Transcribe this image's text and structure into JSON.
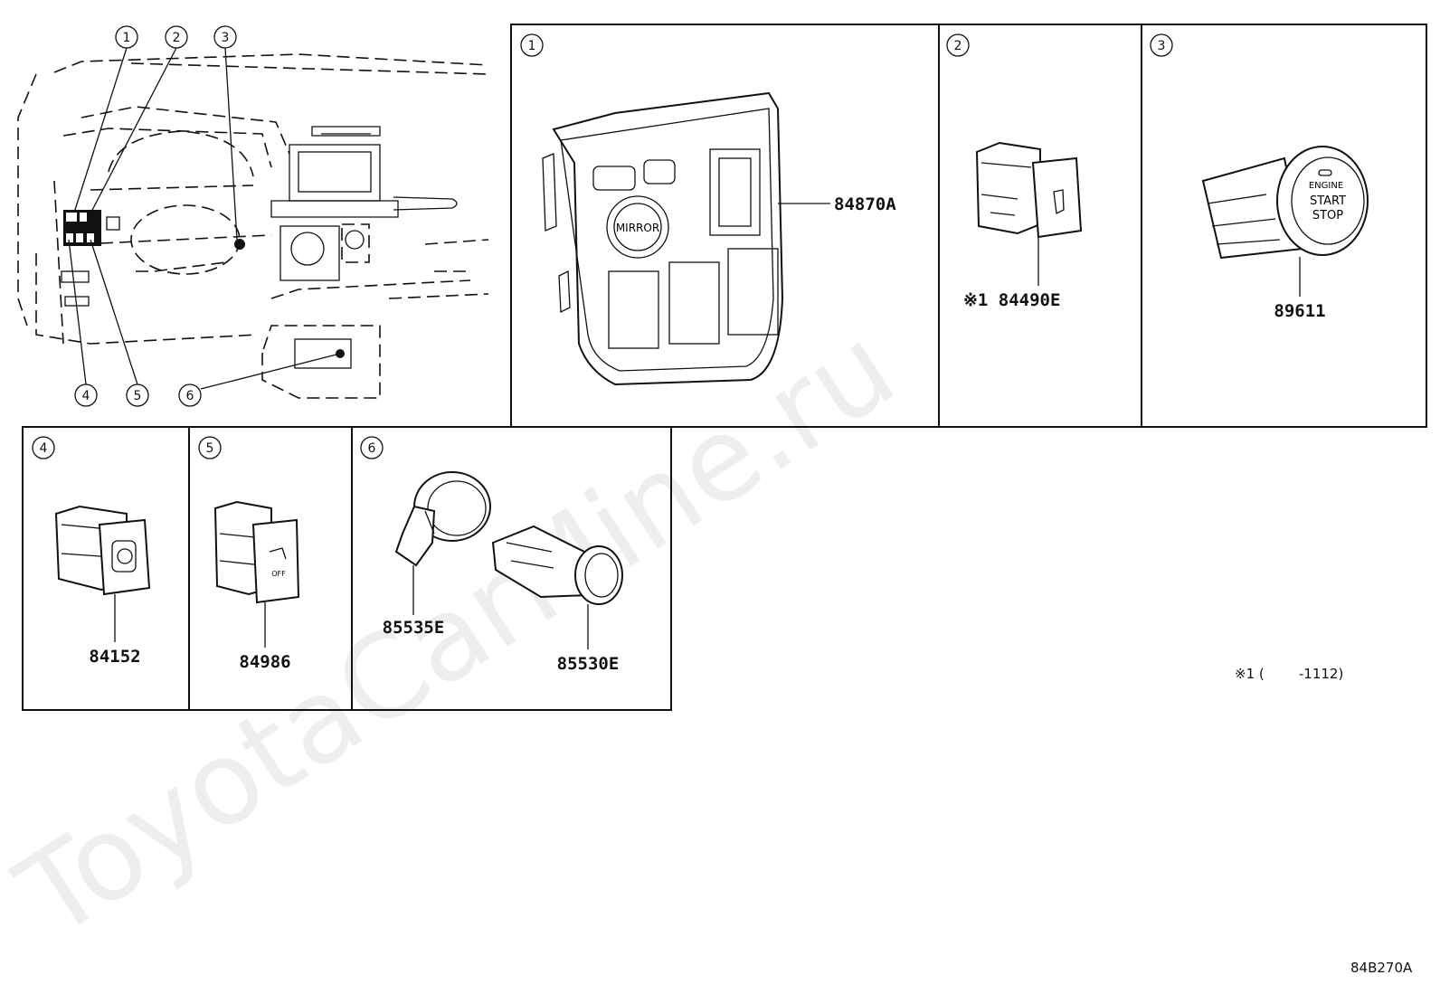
{
  "watermark": "ToyotaCarMine.ru",
  "footer_code": "84B270A",
  "note": "※1 (        -1112)",
  "overview_callouts": [
    "1",
    "2",
    "3",
    "4",
    "5",
    "6"
  ],
  "panels": [
    {
      "id": "1",
      "parts": [
        "84870A"
      ],
      "labels": {
        "mirror": "MIRROR"
      }
    },
    {
      "id": "2",
      "parts": [
        "※1 84490E"
      ]
    },
    {
      "id": "3",
      "parts": [
        "89611"
      ],
      "labels": {
        "engine": "ENGINE",
        "start": "START",
        "stop": "STOP"
      }
    },
    {
      "id": "4",
      "parts": [
        "84152"
      ]
    },
    {
      "id": "5",
      "parts": [
        "84986"
      ],
      "labels": {
        "off": "OFF"
      }
    },
    {
      "id": "6",
      "parts": [
        "85535E",
        "85530E"
      ]
    }
  ]
}
